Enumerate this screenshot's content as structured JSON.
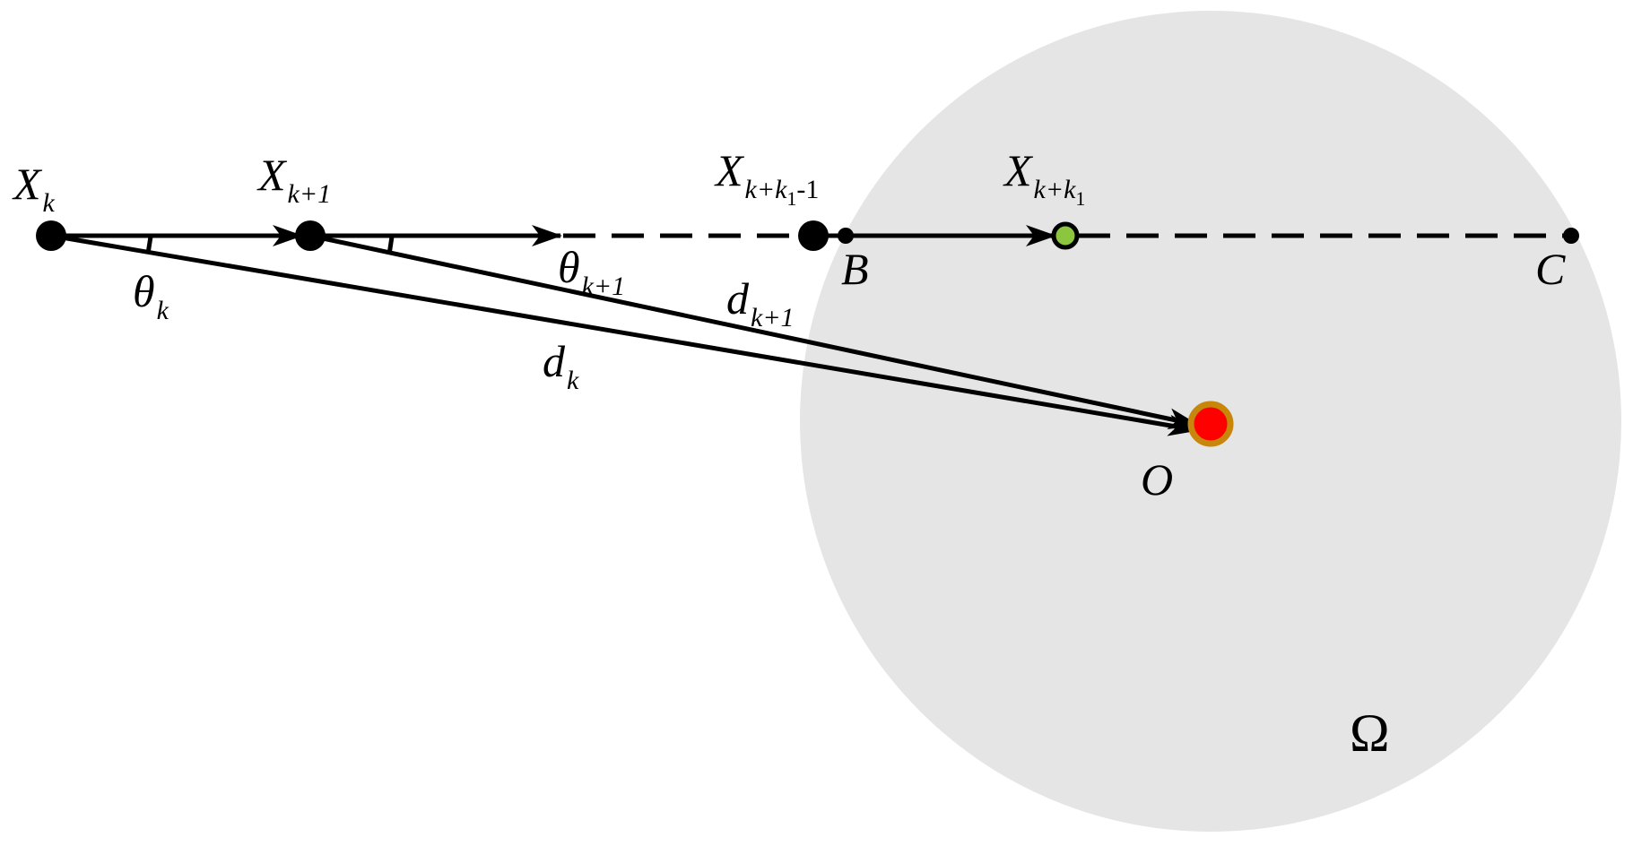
{
  "colors": {
    "region_fill": "#e5e5e5",
    "line": "#000000",
    "point": "#000000",
    "current_point_fill": "#8cc63f",
    "target_fill": "#ff0000",
    "target_ring": "#c8860a"
  },
  "labels": {
    "xk": {
      "main": "X",
      "sub": "k"
    },
    "xk1": {
      "main": "X",
      "sub": "k+1"
    },
    "xkk1m1": {
      "main": "X",
      "sub_a": "k+k",
      "sub_b": "1",
      "sub_c": "-1"
    },
    "xkk1": {
      "main": "X",
      "sub_a": "k+k",
      "sub_b": "1"
    },
    "theta_k": {
      "main": "θ",
      "sub": "k"
    },
    "theta_k1": {
      "main": "θ",
      "sub": "k+1"
    },
    "d_k": {
      "main": "d",
      "sub": "k"
    },
    "d_k1": {
      "main": "d",
      "sub": "k+1"
    },
    "b": "B",
    "c": "C",
    "o": "O",
    "omega": "Ω"
  }
}
